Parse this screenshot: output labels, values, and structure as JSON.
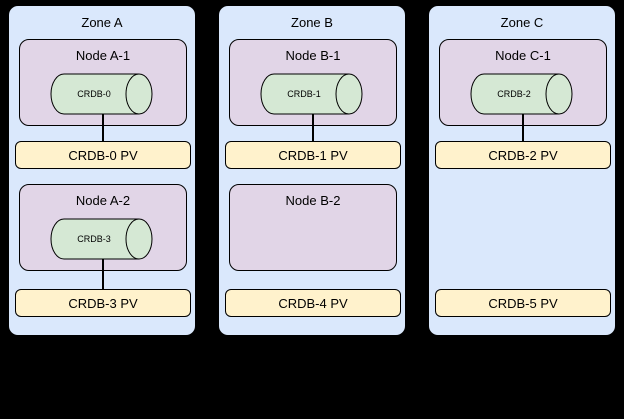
{
  "colors": {
    "background": "#000000",
    "zone_fill": "#dae8fc",
    "node_fill": "#e1d5e7",
    "pod_cylinder_fill": "#d5e8d4",
    "pv_fill": "#fff2cc",
    "border": "#000000"
  },
  "zones": [
    {
      "label": "Zone A",
      "nodes": [
        {
          "label": "Node A-1",
          "pod": "CRDB-0",
          "pv": "CRDB-0 PV",
          "connected": true
        },
        {
          "label": "Node A-2",
          "pod": "CRDB-3",
          "pv": "CRDB-3 PV",
          "connected": true
        }
      ]
    },
    {
      "label": "Zone B",
      "nodes": [
        {
          "label": "Node B-1",
          "pod": "CRDB-1",
          "pv": "CRDB-1 PV",
          "connected": true
        },
        {
          "label": "Node B-2",
          "pod": null,
          "pv": "CRDB-4 PV",
          "connected": false
        }
      ]
    },
    {
      "label": "Zone C",
      "nodes": [
        {
          "label": "Node C-1",
          "pod": "CRDB-2",
          "pv": "CRDB-2 PV",
          "connected": true
        },
        {
          "label": null,
          "pod": null,
          "pv": "CRDB-5 PV",
          "connected": false
        }
      ]
    }
  ]
}
